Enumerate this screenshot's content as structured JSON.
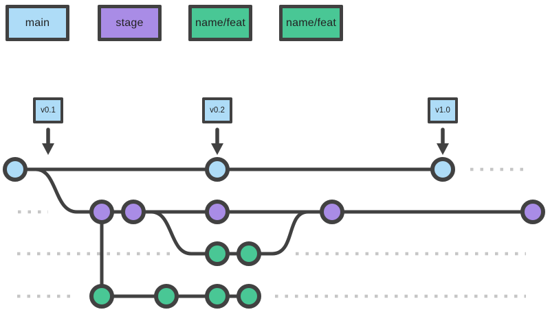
{
  "legend": {
    "items": [
      {
        "label": "main",
        "color": "#aedcf7"
      },
      {
        "label": "stage",
        "color": "#a98ce6"
      },
      {
        "label": "name/feat",
        "color": "#49c795"
      },
      {
        "label": "name/feat",
        "color": "#49c795"
      }
    ]
  },
  "tags": [
    {
      "label": "v0.1"
    },
    {
      "label": "v0.2"
    },
    {
      "label": "v1.0"
    }
  ],
  "colors": {
    "branch_main": "#aedcf7",
    "branch_stage": "#a98ce6",
    "branch_feature": "#49c795",
    "line": "#414141",
    "dotted_line": "#c6c6c6",
    "tag_fill": "#aedcf7",
    "text": "#222222",
    "background": "#ffffff"
  },
  "graph": {
    "description": "Git branching diagram: feature branches merge into stage, stage releases land on main at tagged versions",
    "branches": [
      {
        "name": "main",
        "lane": 1,
        "commits": 3,
        "tags": [
          "v0.1",
          "v0.2",
          "v1.0"
        ],
        "continues": "right-dotted"
      },
      {
        "name": "stage",
        "lane": 2,
        "commits": 5,
        "continues": "left-dotted"
      },
      {
        "name": "name/feat",
        "lane": 3,
        "commits": 2,
        "continues": "left-and-right-dotted"
      },
      {
        "name": "name/feat",
        "lane": 4,
        "commits": 4,
        "continues": "left-and-right-dotted"
      }
    ]
  }
}
